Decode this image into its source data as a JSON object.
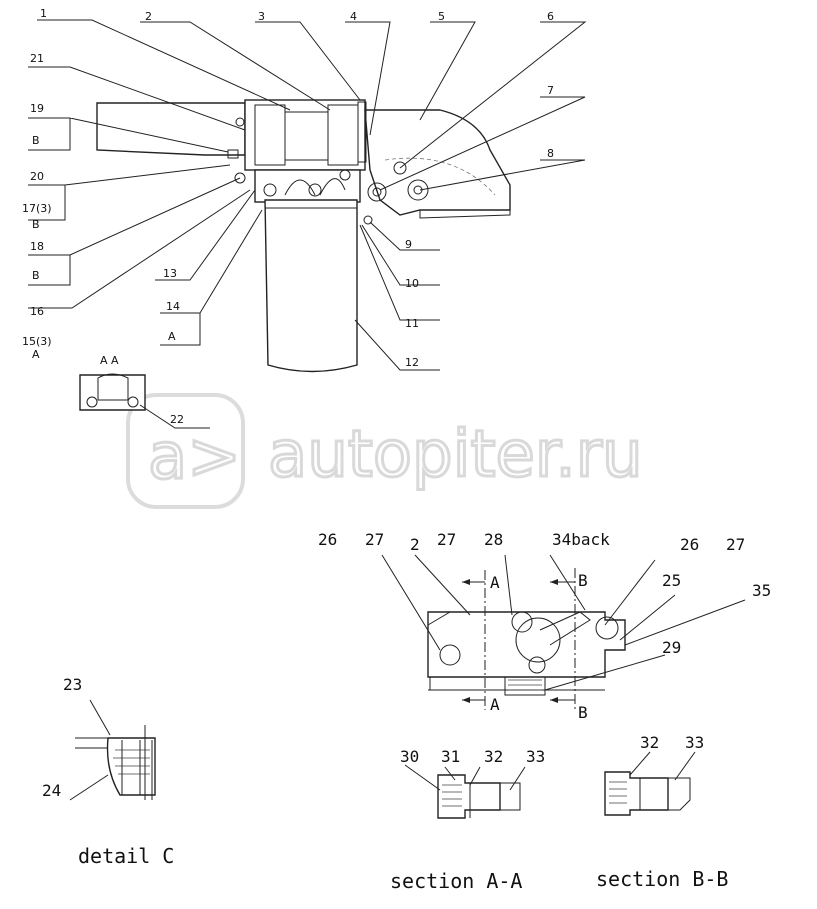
{
  "callouts_top": [
    "1",
    "2",
    "3",
    "4",
    "5",
    "6",
    "7",
    "8",
    "21",
    "19",
    "20",
    "18",
    "16",
    "13",
    "14",
    "12",
    "11",
    "10",
    "9",
    "22"
  ],
  "view_letters": {
    "b19": "B",
    "b20": "B",
    "b18": "B",
    "a14": "A",
    "a15": "A",
    "aa_mark": "A A"
  },
  "qty_labels": {
    "q17": "17(3)",
    "q15": "15(3)"
  },
  "callouts_section": [
    "26",
    "27",
    "2",
    "27",
    "28",
    "34back",
    "26",
    "27",
    "25",
    "35",
    "29",
    "23",
    "24",
    "30",
    "31",
    "32",
    "33",
    "32",
    "33"
  ],
  "cut_marks": {
    "a_top": "A",
    "a_bottom": "A",
    "b_top": "B",
    "b_bottom": "B"
  },
  "captions": {
    "detail": "detail C",
    "sec_a": "section  A-A",
    "sec_b": "section B-B"
  },
  "watermark": {
    "text": "autopiter.ru",
    "logo": "a>"
  }
}
